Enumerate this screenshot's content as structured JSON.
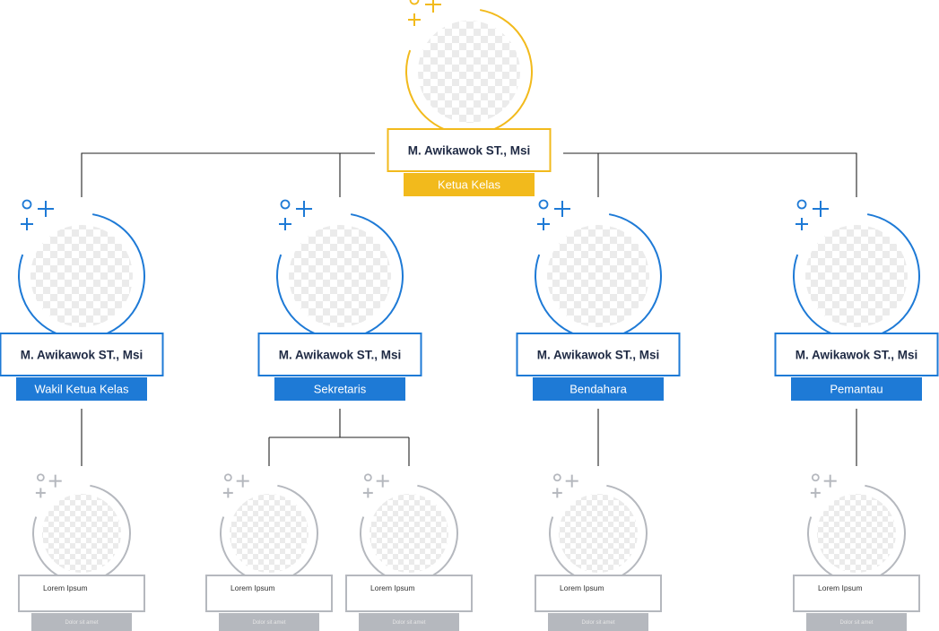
{
  "colors": {
    "leader": "#F2BA1C",
    "member": "#1E7AD6",
    "sub": "#B5B8BE",
    "connector": "#222222",
    "name_text": "#1F2A44",
    "checker_light": "#EFEFEF",
    "checker_dark": "#FFFFFF"
  },
  "icons": [
    "circle-icon",
    "plus-icon"
  ],
  "leader": {
    "name": "M. Awikawok ST., Msi",
    "role": "Ketua Kelas"
  },
  "members": [
    {
      "name": "M. Awikawok ST., Msi",
      "role": "Wakil Ketua Kelas"
    },
    {
      "name": "M. Awikawok ST., Msi",
      "role": "Sekretaris"
    },
    {
      "name": "M. Awikawok ST., Msi",
      "role": "Bendahara"
    },
    {
      "name": "M. Awikawok ST., Msi",
      "role": "Pemantau"
    }
  ],
  "subs": [
    {
      "name": "Lorem Ipsum",
      "role": "Dolor sit amet",
      "parent": 0
    },
    {
      "name": "Lorem Ipsum",
      "role": "Dolor sit amet",
      "parent": 1
    },
    {
      "name": "Lorem Ipsum",
      "role": "Dolor sit amet",
      "parent": 1
    },
    {
      "name": "Lorem Ipsum",
      "role": "Dolor sit amet",
      "parent": 2
    },
    {
      "name": "Lorem Ipsum",
      "role": "Dolor sit amet",
      "parent": 3
    }
  ]
}
